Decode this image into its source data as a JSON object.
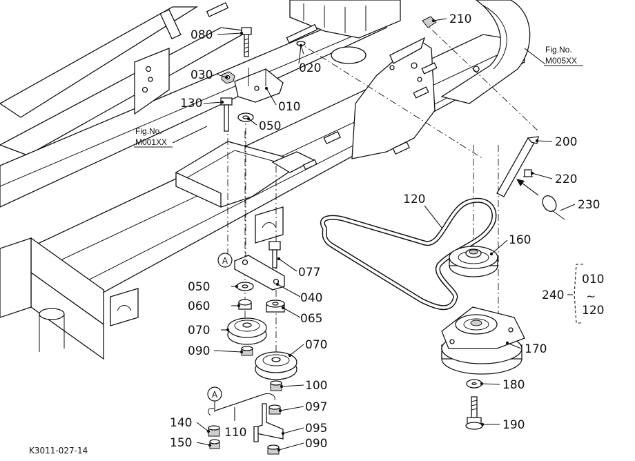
{
  "drawing_id": "K3011-027-14",
  "figure_refs": [
    {
      "fig": "Fig.No.",
      "no": "M005XX"
    },
    {
      "fig": "Fig.No.",
      "no": "M001XX"
    }
  ],
  "callouts": {
    "p010": "010",
    "p020": "020",
    "p030": "030",
    "p040": "040",
    "p050a": "050",
    "p050b": "050",
    "p060": "060",
    "p065": "065",
    "p070a": "070",
    "p070b": "070",
    "p077": "077",
    "p080": "080",
    "p090a": "090",
    "p090b": "090",
    "p095": "095",
    "p097": "097",
    "p100": "100",
    "p110": "110",
    "p120": "120",
    "p130": "130",
    "p140": "140",
    "p150": "150",
    "p160": "160",
    "p170": "170",
    "p180": "180",
    "p190": "190",
    "p200": "200",
    "p210": "210",
    "p220": "220",
    "p230": "230"
  },
  "ref_markers": {
    "upper": "A",
    "lower": "A"
  },
  "assembly_group": {
    "label": "240",
    "from": "010",
    "to": "120",
    "tilde": "~"
  }
}
